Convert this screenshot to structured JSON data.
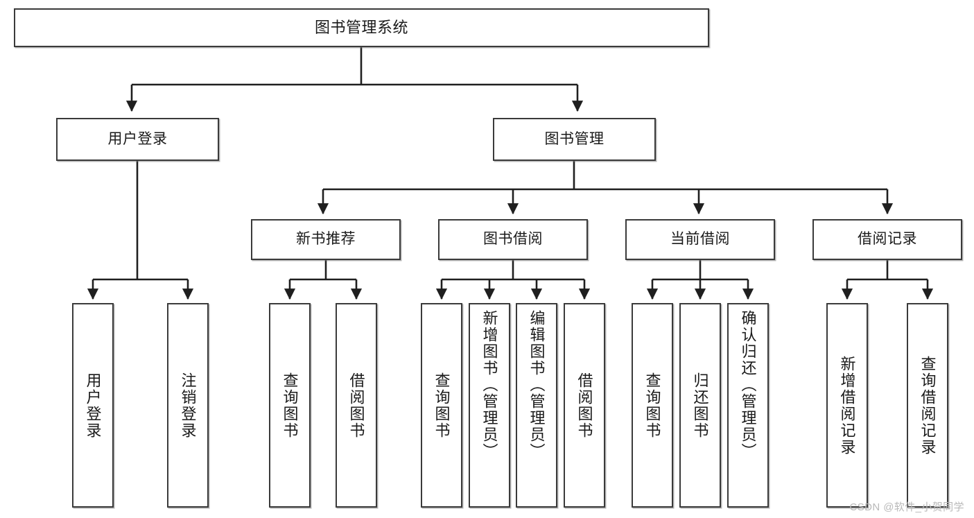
{
  "diagram": {
    "title": "图书管理系统",
    "type": "tree-hierarchy-chart",
    "root": {
      "id": "root",
      "label": "图书管理系统"
    },
    "level2": [
      {
        "id": "user-login",
        "label": "用户登录"
      },
      {
        "id": "book-manage",
        "label": "图书管理"
      }
    ],
    "level3": [
      {
        "id": "new-book-rec",
        "label": "新书推荐"
      },
      {
        "id": "book-borrow",
        "label": "图书借阅"
      },
      {
        "id": "current-borrow",
        "label": "当前借阅"
      },
      {
        "id": "borrow-record",
        "label": "借阅记录"
      }
    ],
    "leaves": {
      "user_login": [
        {
          "id": "leaf-user-login",
          "label": "用户登录"
        },
        {
          "id": "leaf-logout",
          "label": "注销登录"
        }
      ],
      "new_book_rec": [
        {
          "id": "leaf-query-book-1",
          "label": "查询图书"
        },
        {
          "id": "leaf-borrow-book-1",
          "label": "借阅图书"
        }
      ],
      "book_borrow": [
        {
          "id": "leaf-query-book-2",
          "label": "查询图书"
        },
        {
          "id": "leaf-add-book",
          "label": "新增图书（管理员）"
        },
        {
          "id": "leaf-edit-book",
          "label": "编辑图书（管理员）"
        },
        {
          "id": "leaf-borrow-book-2",
          "label": "借阅图书"
        }
      ],
      "current_borrow": [
        {
          "id": "leaf-query-book-3",
          "label": "查询图书"
        },
        {
          "id": "leaf-return-book",
          "label": "归还图书"
        },
        {
          "id": "leaf-confirm-return",
          "label": "确认归还（管理员）"
        }
      ],
      "borrow_record": [
        {
          "id": "leaf-add-record",
          "label": "新增借阅记录"
        },
        {
          "id": "leaf-query-record",
          "label": "查询借阅记录"
        }
      ]
    },
    "colors": {
      "box_border": "#3a3a3a",
      "box_fill": "#ffffff",
      "connector": "#1f1f1f",
      "text": "#1a1a1a",
      "watermark": "#b9b9b9"
    }
  },
  "watermark": {
    "text": "CSDN @软件_小贺同学"
  }
}
